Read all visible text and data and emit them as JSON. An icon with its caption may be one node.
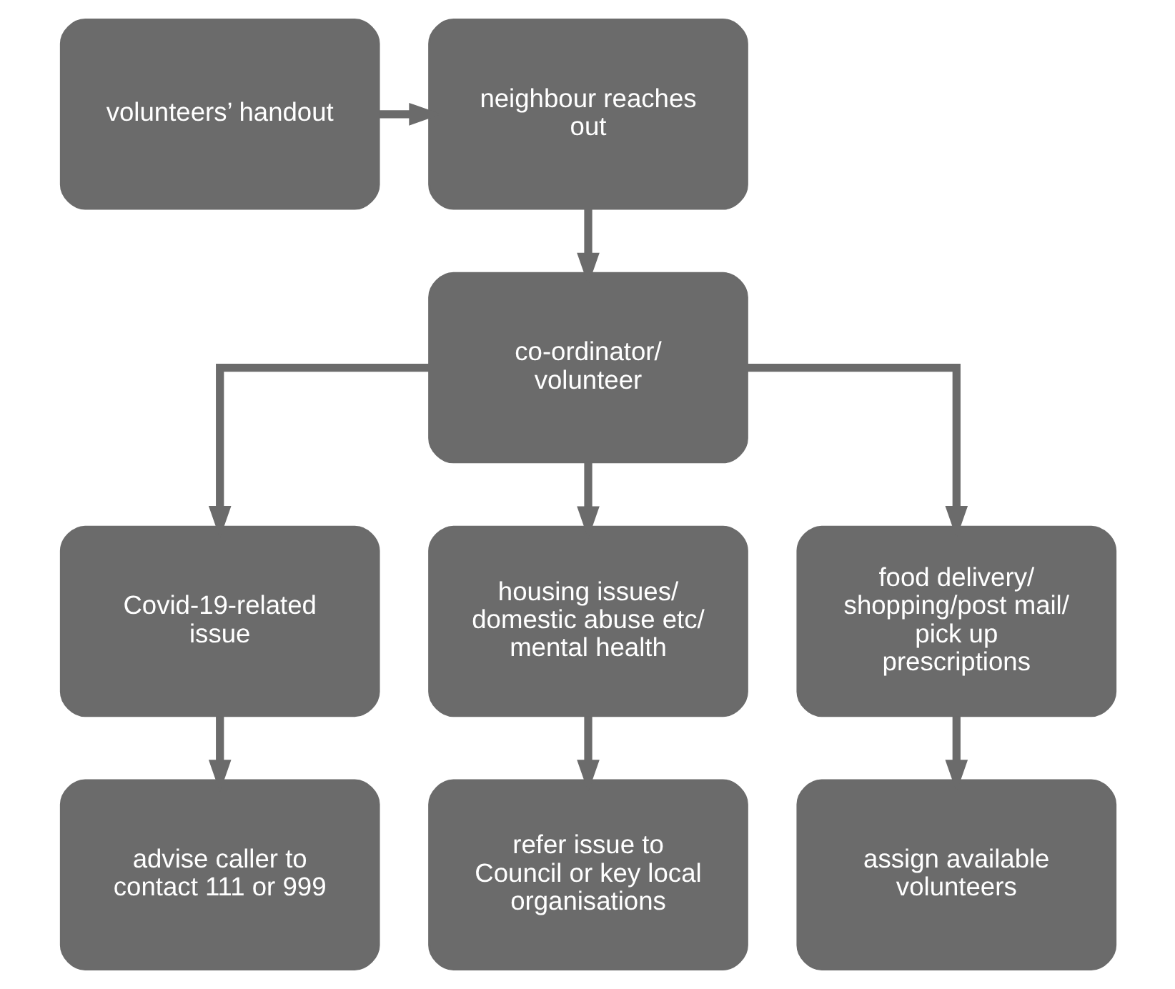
{
  "diagram": {
    "nodes": [
      {
        "text": [
          "volunteers’ handout"
        ]
      },
      {
        "text": [
          "neighbour reaches out"
        ]
      },
      {
        "text": [
          "co-ordinator/ volunteer"
        ]
      },
      {
        "text": [
          "Covid-19-related issue"
        ]
      },
      {
        "text": [
          "housing issues/ domestic abuse etc/ mental health"
        ]
      },
      {
        "text": [
          "food delivery/ shopping/post mail/ pick up prescriptions"
        ]
      },
      {
        "text": [
          "advise caller to contact 111 or 999"
        ]
      },
      {
        "text": [
          "refer issue to Council or key local organisations"
        ]
      },
      {
        "text": [
          "assign available volunteers"
        ]
      }
    ],
    "edges": [
      {
        "from": 0,
        "to": 1,
        "arrow": "to"
      },
      {
        "from": 1,
        "to": 2,
        "arrow": "to"
      },
      {
        "from": 2,
        "to": 3,
        "arrow": "to"
      },
      {
        "from": 2,
        "to": 4,
        "arrow": "to"
      },
      {
        "from": 2,
        "to": 5,
        "arrow": "to"
      },
      {
        "from": 3,
        "to": 6,
        "arrow": "to"
      },
      {
        "from": 4,
        "to": 7,
        "arrow": "to"
      },
      {
        "from": 5,
        "to": 8,
        "arrow": "to"
      }
    ]
  }
}
